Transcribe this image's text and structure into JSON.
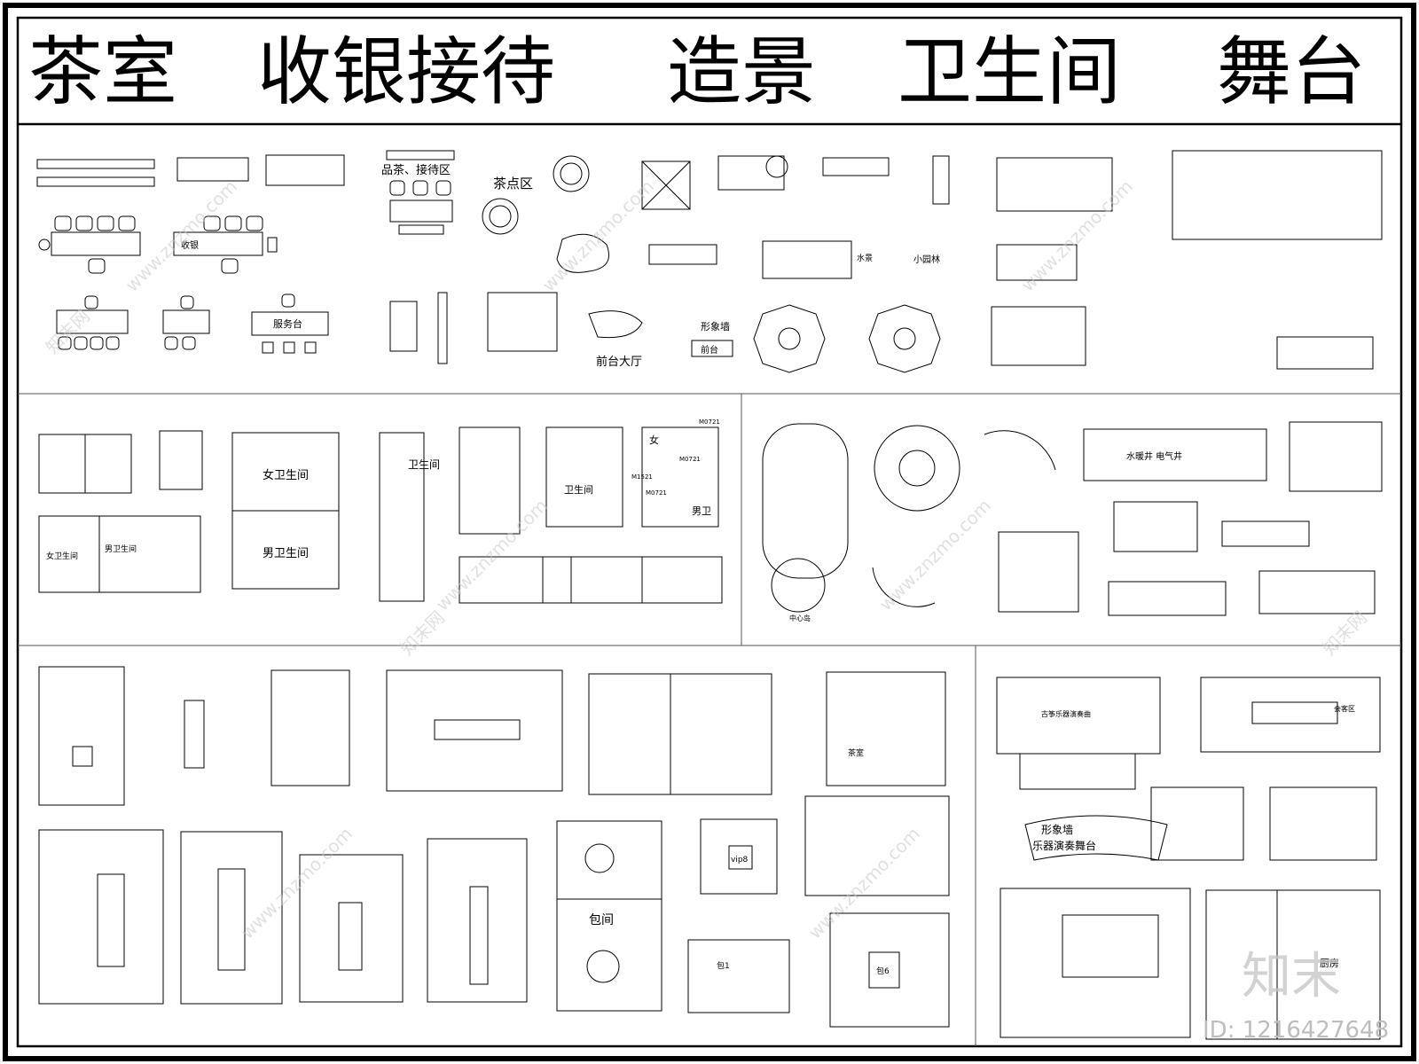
{
  "title": {
    "words": [
      "茶室",
      "收银接待",
      "造景",
      "卫生间",
      "舞台"
    ]
  },
  "labels": {
    "tea_tasting_reception": "品茶、接待区",
    "tea_snack_area": "茶点区",
    "front_lobby": "前台大厅",
    "image_wall": "形象墙",
    "front_desk": "前台",
    "cashier": "收银",
    "service_desk": "服务台",
    "water_feature": "水景",
    "small_garden": "小园林",
    "womens_restroom": "女卫生间",
    "mens_restroom": "男卫生间",
    "restroom_vertical": "卫生间",
    "restroom": "卫生间",
    "female": "女",
    "male_restroom": "男卫",
    "door_m0721_a": "M0721",
    "door_m0721_b": "M0721",
    "door_m0721_c": "M0721",
    "door_m1521": "M1521",
    "women_wc_small": "女卫生间",
    "men_wc_small": "男卫生间",
    "well_label": "水暖井  电气井",
    "round_label": "中心岛",
    "private_room": "包间",
    "vip_room": "vip8",
    "private_room_small": "包1",
    "private_room_2": "包6",
    "stage_image_wall": "形象墙",
    "stage_label": "乐器演奏舞台",
    "guest_area": "会客区",
    "kitchen": "厨房",
    "stage_top": "古筝乐器演奏曲",
    "tea_room": "茶室"
  },
  "watermark": {
    "text": "www.znzmo.com",
    "brand": "知末网"
  },
  "logo": "知末",
  "image_id": "ID: 1216427648"
}
